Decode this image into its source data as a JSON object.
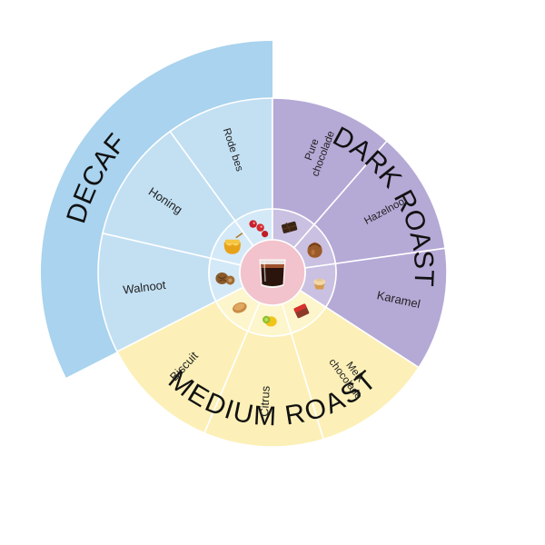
{
  "wheel": {
    "center_icon": "espresso-glass-icon",
    "colors": {
      "center": "#f2c3cc",
      "divider": "#ffffff"
    },
    "groups": [
      {
        "id": "decaf",
        "label": "DECAF",
        "outer_color": "#a9d3ee",
        "segment_color": "#c3e0f3",
        "inner_color": "#d4e9f7",
        "flavors": [
          {
            "id": "rode-bes",
            "label": "Rode bes",
            "icon": "red-berries-icon"
          },
          {
            "id": "honing",
            "label": "Honing",
            "icon": "honey-pot-icon"
          },
          {
            "id": "walnoot",
            "label": "Walnoot",
            "icon": "walnut-icon"
          }
        ]
      },
      {
        "id": "dark-roast",
        "label": "DARK ROAST",
        "outer_color": "#a496c9",
        "segment_color": "#b5a9d6",
        "inner_color": "#c9c0e2",
        "flavors": [
          {
            "id": "pure-chocolade",
            "label": "Pure chocolade",
            "icon": "dark-chocolate-icon"
          },
          {
            "id": "hazelnoot",
            "label": "Hazelnoot",
            "icon": "hazelnut-icon"
          },
          {
            "id": "karamel",
            "label": "Karamel",
            "icon": "caramel-icon"
          }
        ]
      },
      {
        "id": "medium-roast",
        "label": "MEDIUM ROAST",
        "outer_color": "#fcea9a",
        "segment_color": "#fcf0b8",
        "inner_color": "#fdf5cc",
        "flavors": [
          {
            "id": "melk-chocolade",
            "label": "Melk chocolade",
            "icon": "milk-chocolate-icon"
          },
          {
            "id": "citrus",
            "label": "Citrus",
            "icon": "citrus-icon"
          },
          {
            "id": "biscuit",
            "label": "Biscuit",
            "icon": "biscuit-icon"
          }
        ]
      }
    ]
  }
}
